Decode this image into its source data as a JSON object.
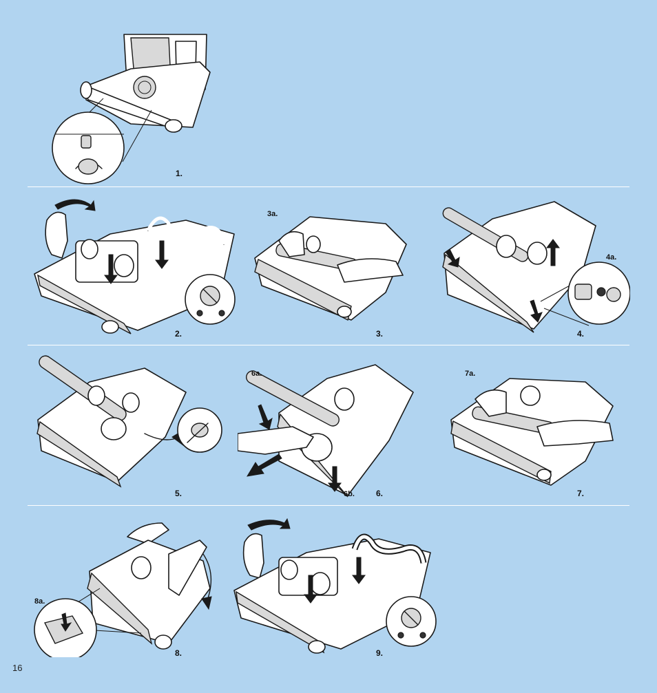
{
  "page_number": "16",
  "steps": {
    "s1": "1.",
    "s2": "2.",
    "s3": "3.",
    "s4": "4.",
    "s5": "5.",
    "s6": "6.",
    "s7": "7.",
    "s8": "8.",
    "s9": "9."
  },
  "sublabels": {
    "s3a": "3a.",
    "s4a": "4a.",
    "s6a": "6a.",
    "s6b": "6b.",
    "s7a": "7a.",
    "s8a": "8a."
  },
  "colors": {
    "background": "#b1d4f0",
    "divider": "#ffffff",
    "ink": "#1a1a1a"
  }
}
